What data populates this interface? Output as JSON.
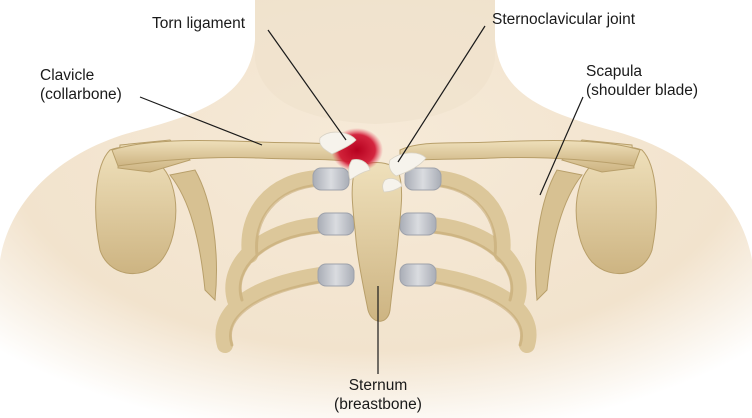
{
  "labels": {
    "torn_ligament": "Torn ligament",
    "sternoclavicular_joint": "Sternoclavicular joint",
    "clavicle": {
      "line1": "Clavicle",
      "line2": "(collarbone)"
    },
    "scapula": {
      "line1": "Scapula",
      "line2": "(shoulder blade)"
    },
    "sternum": {
      "line1": "Sternum",
      "line2": "(breastbone)"
    }
  },
  "colors": {
    "skin": "#f3e6d3",
    "bone": "#e2cfa3",
    "bone_shadow": "#c9b07a",
    "cartilage": "#b9bcc4",
    "ligament": "#f4f1ea",
    "injury": "#c8102e",
    "leader_line": "#1a1a1a"
  }
}
